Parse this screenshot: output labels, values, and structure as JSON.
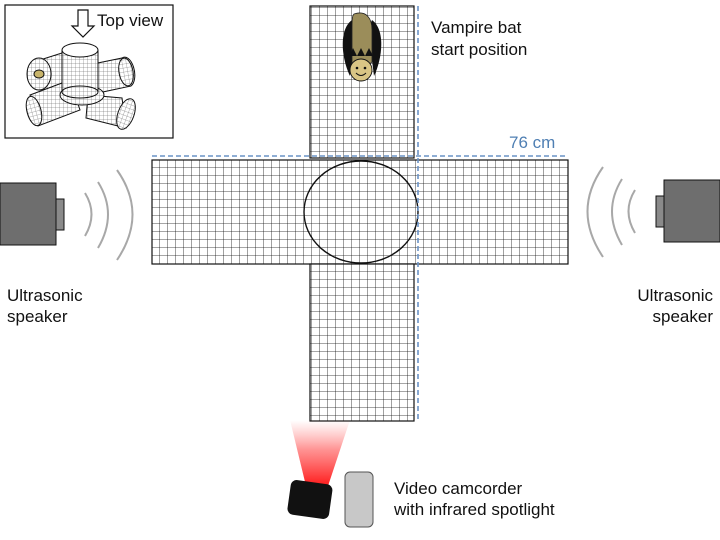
{
  "labels": {
    "top_view": "Top view",
    "bat_line1": "Vampire bat",
    "bat_line2": "start position",
    "distance": "76 cm",
    "speaker_left_line1": "Ultrasonic",
    "speaker_left_line2": "speaker",
    "speaker_right_line1": "Ultrasonic",
    "speaker_right_line2": "speaker",
    "camcorder_line1": "Video camcorder",
    "camcorder_line2": "with infrared spotlight"
  },
  "colors": {
    "grid_line": "#111111",
    "dashed_guide": "#6a93c6",
    "speaker_body": "#6e6e6e",
    "sound_wave": "#a8a8a8",
    "bat_body": "#9b8d5a",
    "camcorder_body": "#c8c8c8",
    "spotlight": "#ff2a2a"
  }
}
